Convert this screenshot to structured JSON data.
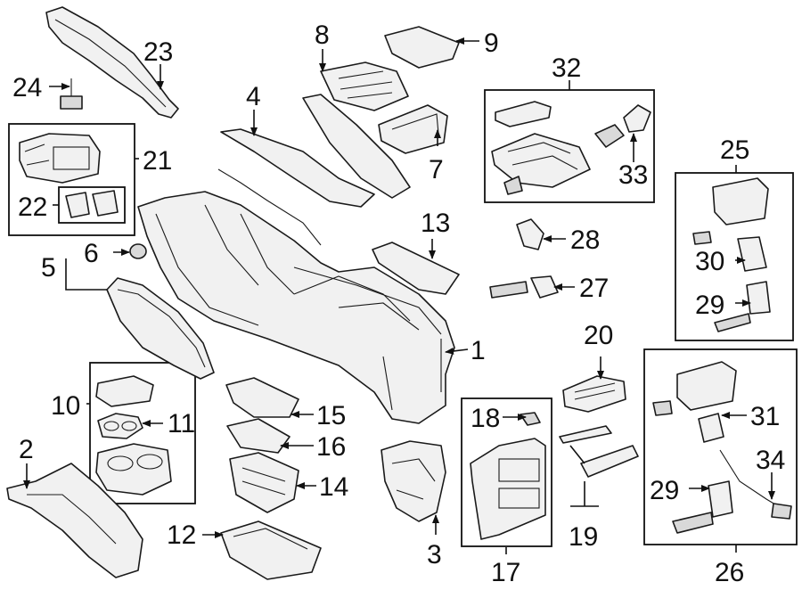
{
  "labels": {
    "l1": "1",
    "l2": "2",
    "l3": "3",
    "l4": "4",
    "l5": "5",
    "l6": "6",
    "l7": "7",
    "l8": "8",
    "l9": "9",
    "l10": "10",
    "l11": "11",
    "l12": "12",
    "l13": "13",
    "l14": "14",
    "l15": "15",
    "l16": "16",
    "l17": "17",
    "l18": "18",
    "l19": "19",
    "l20": "20",
    "l21": "21",
    "l22": "22",
    "l23": "23",
    "l24": "24",
    "l25": "25",
    "l26": "26",
    "l27": "27",
    "l28": "28",
    "l29a": "29",
    "l29b": "29",
    "l30": "30",
    "l31": "31",
    "l32": "32",
    "l33": "33",
    "l34": "34"
  }
}
